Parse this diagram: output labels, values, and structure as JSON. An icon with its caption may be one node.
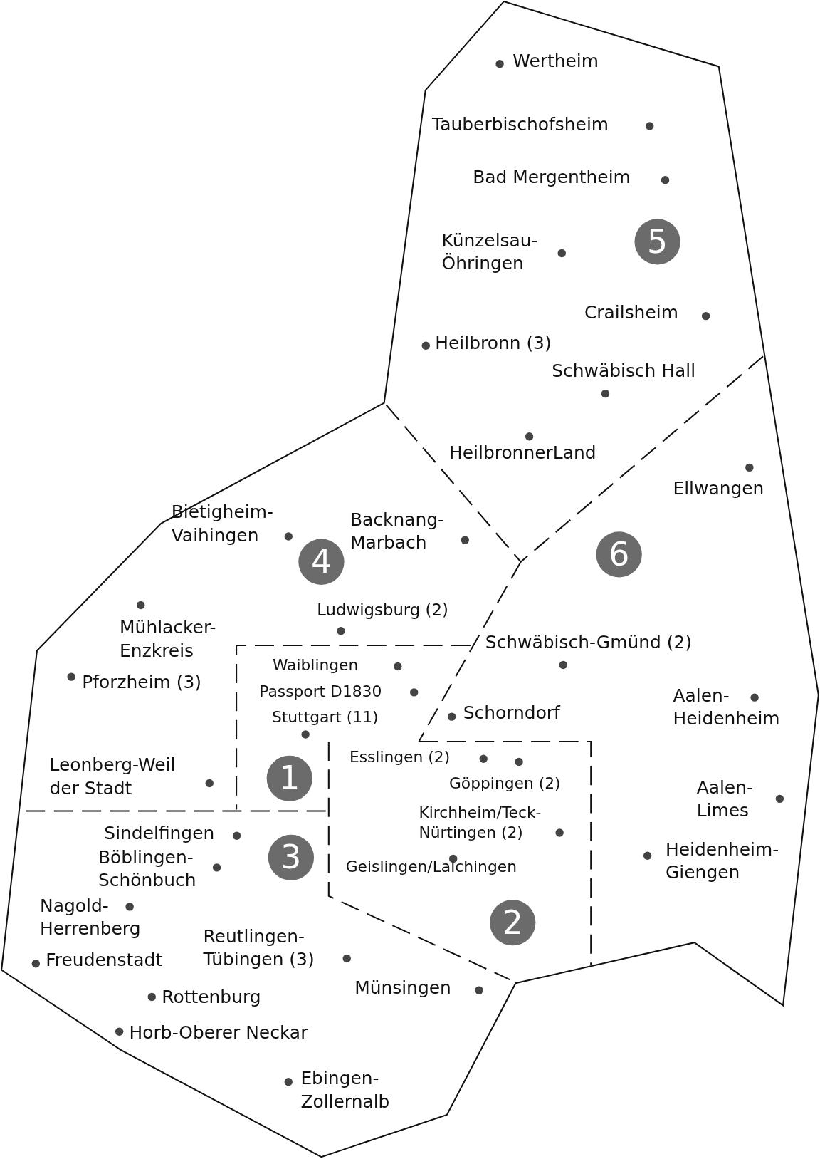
{
  "diagram": {
    "nodes": [
      {
        "text": [
          "5"
        ]
      },
      {
        "text": [
          "6"
        ]
      },
      {
        "text": [
          "4"
        ]
      },
      {
        "text": [
          "1"
        ]
      },
      {
        "text": [
          "3"
        ]
      },
      {
        "text": [
          "2"
        ]
      }
    ],
    "labels": [
      "Wertheim",
      "Tauberbischofsheim",
      "Bad Mergentheim",
      "Künzelsau-Öhringen",
      "Crailsheim",
      "Heilbronn (3)",
      "Schwäbisch Hall",
      "HeilbronnerLand",
      "Ellwangen",
      "Bietigheim-Vaihingen",
      "Backnang-Marbach",
      "Mühlacker-Enzkreis",
      "Ludwigsburg (2)",
      "Pforzheim (3)",
      "Waiblingen",
      "Passport D1830",
      "Stuttgart (11)",
      "Schwäbisch-Gmünd (2)",
      "Schorndorf",
      "Aalen-Heidenheim",
      "Leonberg-Weil der Stadt",
      "Esslingen (2)",
      "Göppingen (2)",
      "Kirchheim/Teck-Nürtingen (2)",
      "Aalen-Limes",
      "Sindelfingen",
      "Böblingen-Schönbuch",
      "Geislingen/Laichingen",
      "Heidenheim-Giengen",
      "Nagold-Herrenberg",
      "Reutlingen-Tübingen (3)",
      "Freudenstadt",
      "Münsingen",
      "Rottenburg",
      "Horb-Oberer Neckar",
      "Ebingen-Zollernalb"
    ]
  }
}
